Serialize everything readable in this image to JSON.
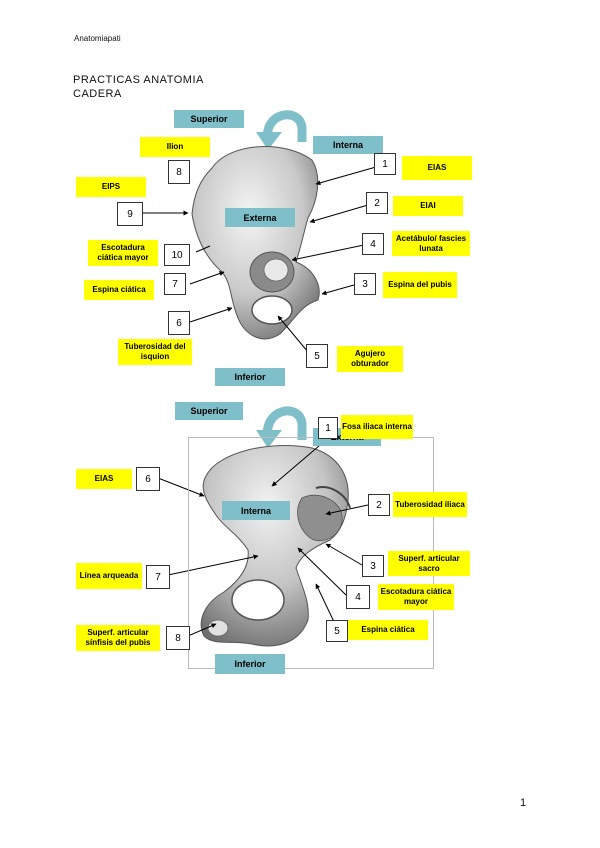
{
  "header": {
    "text": "Anatomiapati"
  },
  "title": {
    "line1": "PRACTICAS ANATOMIA",
    "line2": "CADERA"
  },
  "page_number": "1",
  "figure1": {
    "directions": {
      "superior": "Superior",
      "interna": "Interna",
      "externa": "Externa",
      "inferior": "Inferior"
    },
    "labels": {
      "ilion": "Ilion",
      "eips": "EIPS",
      "eias": "EIAS",
      "eiai": "EIAI",
      "acetabulo": "Acetábulo/ fascies lunata",
      "escotadura": "Escotadura ciática mayor",
      "espina_pubis": "Espina del pubis",
      "espina_ciatica": "Espina ciática",
      "tuberosidad": "Tuberosidad del isquion",
      "agujero": "Agujero obturador"
    },
    "numbers": [
      "1",
      "2",
      "3",
      "4",
      "5",
      "6",
      "7",
      "8",
      "9",
      "10"
    ]
  },
  "figure2": {
    "directions": {
      "superior": "Superior",
      "externa": "Externa",
      "interna": "Interna",
      "inferior": "Inferior"
    },
    "labels": {
      "fosa": "Fosa iliaca interna",
      "eias": "EIAS",
      "tuberosidad": "Tuberosidad iliaca",
      "superf_sacro": "Superf. articular sacro",
      "linea": "Línea arqueada",
      "escotadura": "Escotadura ciática mayor",
      "espina": "Espina ciática",
      "sinfisis": "Superf. articular sínfisis del pubis"
    },
    "numbers": [
      "1",
      "2",
      "3",
      "4",
      "5",
      "6",
      "7",
      "8"
    ]
  }
}
